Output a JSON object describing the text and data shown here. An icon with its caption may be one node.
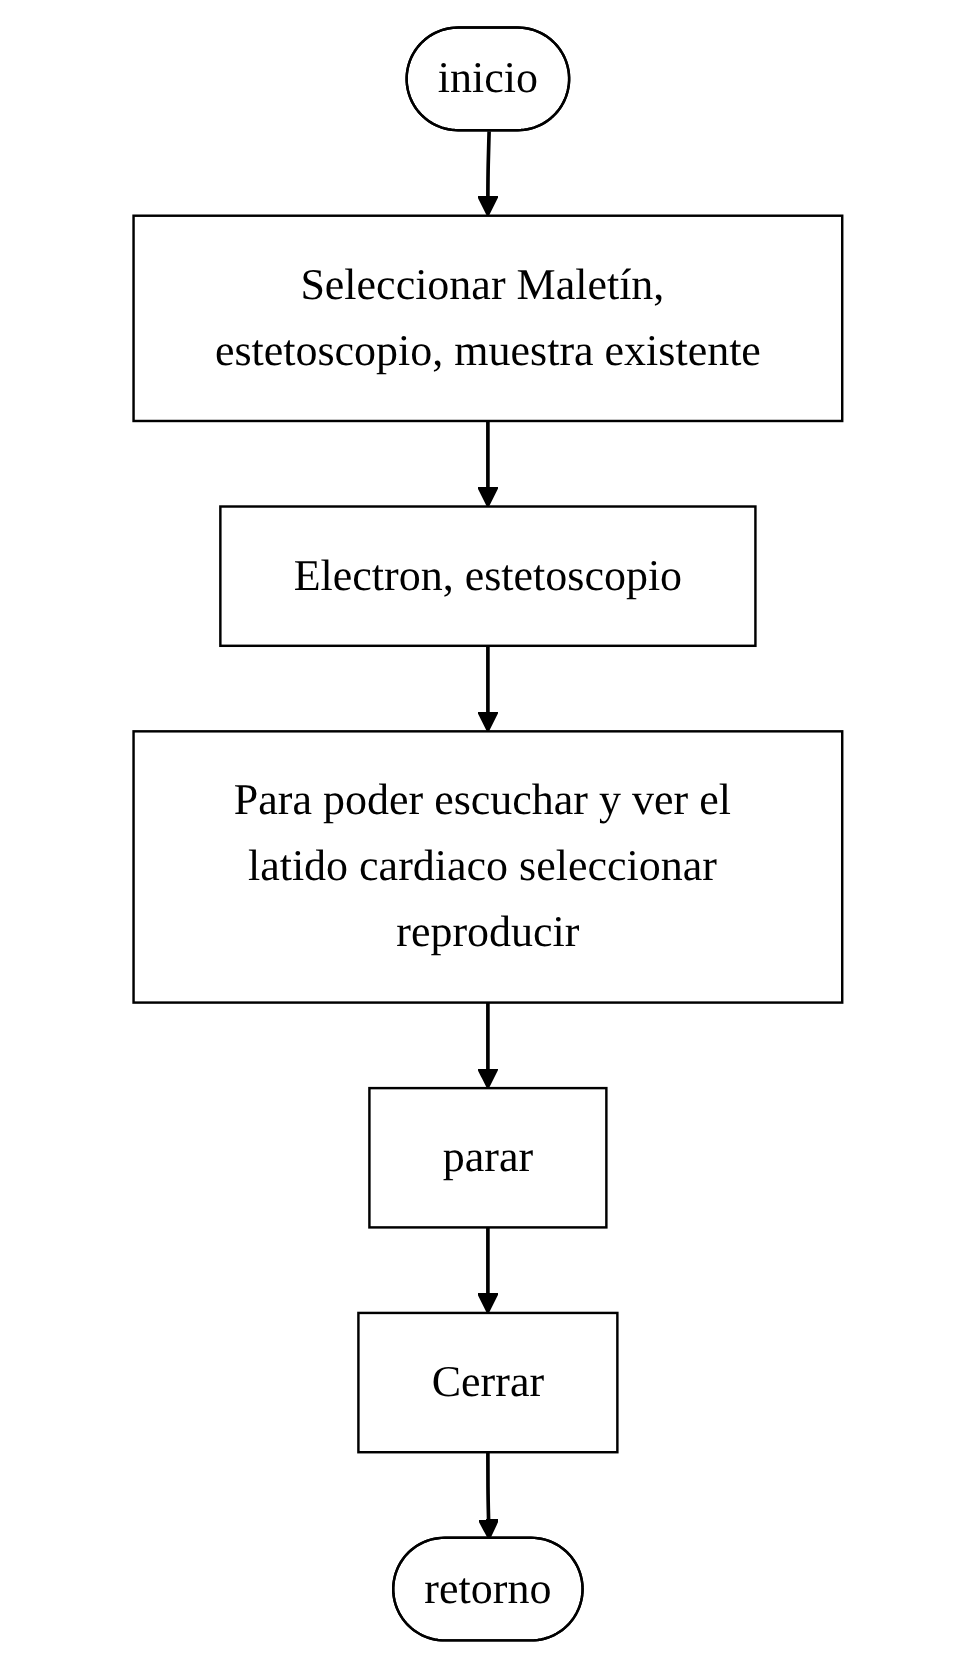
{
  "diagram": {
    "nodes": [
      {
        "text": [
          "inicio"
        ]
      },
      {
        "text": [
          "Seleccionar Maletín, estetoscopio, muestra existente"
        ]
      },
      {
        "text": [
          "Electron, estetoscopio"
        ]
      },
      {
        "text": [
          "Para poder escuchar y ver el latido cardiaco seleccionar reproducir"
        ]
      },
      {
        "text": [
          "parar"
        ]
      },
      {
        "text": [
          "Cerrar"
        ]
      },
      {
        "text": [
          "retorno"
        ]
      }
    ],
    "edges": [
      {
        "from": 0,
        "to": 1,
        "arrow": "to"
      },
      {
        "from": 1,
        "to": 2,
        "arrow": "to"
      },
      {
        "from": 2,
        "to": 3,
        "arrow": "to"
      },
      {
        "from": 3,
        "to": 4,
        "arrow": "to"
      },
      {
        "from": 4,
        "to": 5,
        "arrow": "to"
      },
      {
        "from": 5,
        "to": 6,
        "arrow": "to"
      }
    ]
  }
}
